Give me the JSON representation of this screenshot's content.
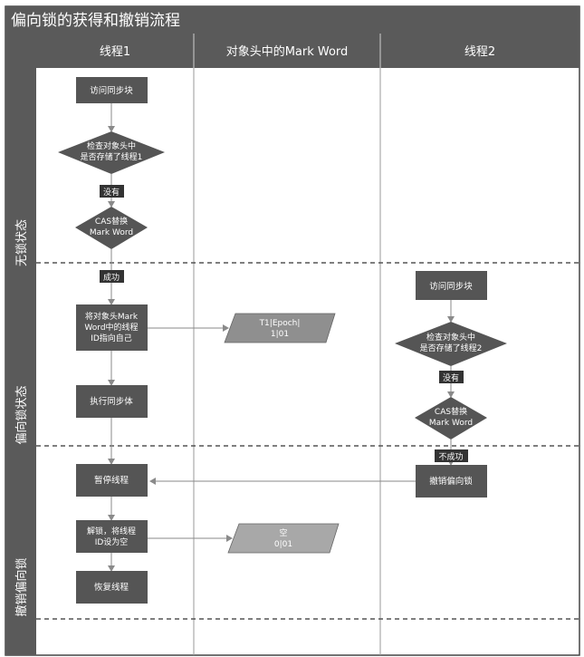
{
  "title": "偏向锁的获得和撤销流程",
  "lanes": {
    "thread1": "线程1",
    "markword": "对象头中的Mark Word",
    "thread2": "线程2"
  },
  "phases": {
    "unlocked": "无锁状态",
    "biased": "偏向锁状态",
    "revoke": "撤销偏向锁"
  },
  "t1": {
    "access": "访问同步块",
    "check_l1": "检查对象头中",
    "check_l2": "是否存储了线程1",
    "no": "没有",
    "cas_l1": "CAS替换",
    "cas_l2": "Mark Word",
    "success": "成功",
    "set_l1": "将对象头Mark",
    "set_l2": "Word中的线程",
    "set_l3": "ID指向自己",
    "exec": "执行同步体",
    "pause": "暂停线程",
    "unlock_l1": "解锁，将线程",
    "unlock_l2": "ID设为空",
    "resume": "恢复线程"
  },
  "mw": {
    "biased_l1": "T1|Epoch|",
    "biased_l2": "1|01",
    "empty_l1": "空",
    "empty_l2": "0|01"
  },
  "t2": {
    "access": "访问同步块",
    "check_l1": "检查对象头中",
    "check_l2": "是否存储了线程2",
    "no": "没有",
    "cas_l1": "CAS替换",
    "cas_l2": "Mark Word",
    "fail": "不成功",
    "revoke": "撤销偏向锁"
  },
  "colors": {
    "dark": "#555555",
    "darker": "#404040",
    "parallelogram": "#9a9a9a",
    "line": "#8a8a8a"
  }
}
